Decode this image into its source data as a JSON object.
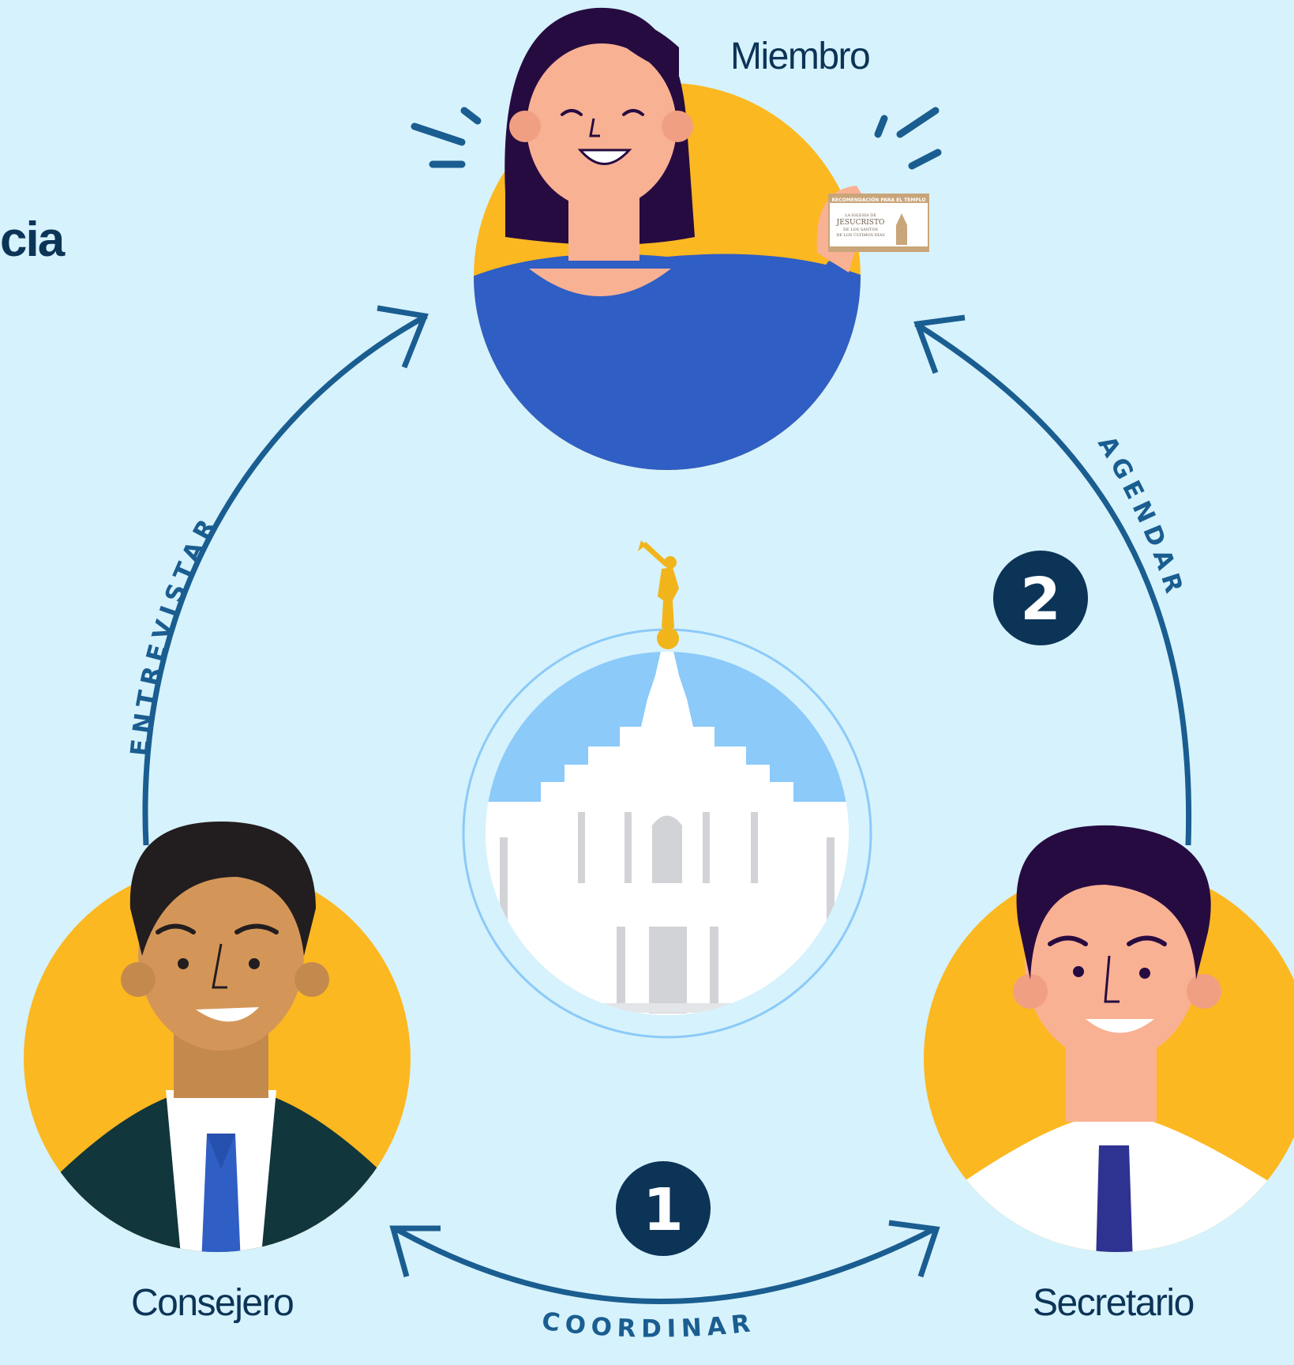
{
  "title_fragment": "cia",
  "roles": {
    "member": "Miembro",
    "counselor": "Consejero",
    "secretary": "Secretario"
  },
  "actions": {
    "interview": "ENTREVISTAR",
    "schedule": "AGENDAR",
    "coordinate": "COORDINAR"
  },
  "steps": {
    "first": "1",
    "second": "2"
  },
  "recommend_card": {
    "header": "RECOMENDACIÓN PARA EL TEMPLO",
    "line1": "LA IGLESIA DE",
    "line2": "JESUCRISTO",
    "line3": "DE LOS SANTOS",
    "line4": "DE LOS ÚLTIMOS DÍAS"
  },
  "colors": {
    "background": "#d6f2fc",
    "arrow": "#1a5d90",
    "badge": "#0c3457",
    "accent_yellow": "#fcb820",
    "member_shirt": "#2f5ec4",
    "sky": "#8bcaf9"
  }
}
